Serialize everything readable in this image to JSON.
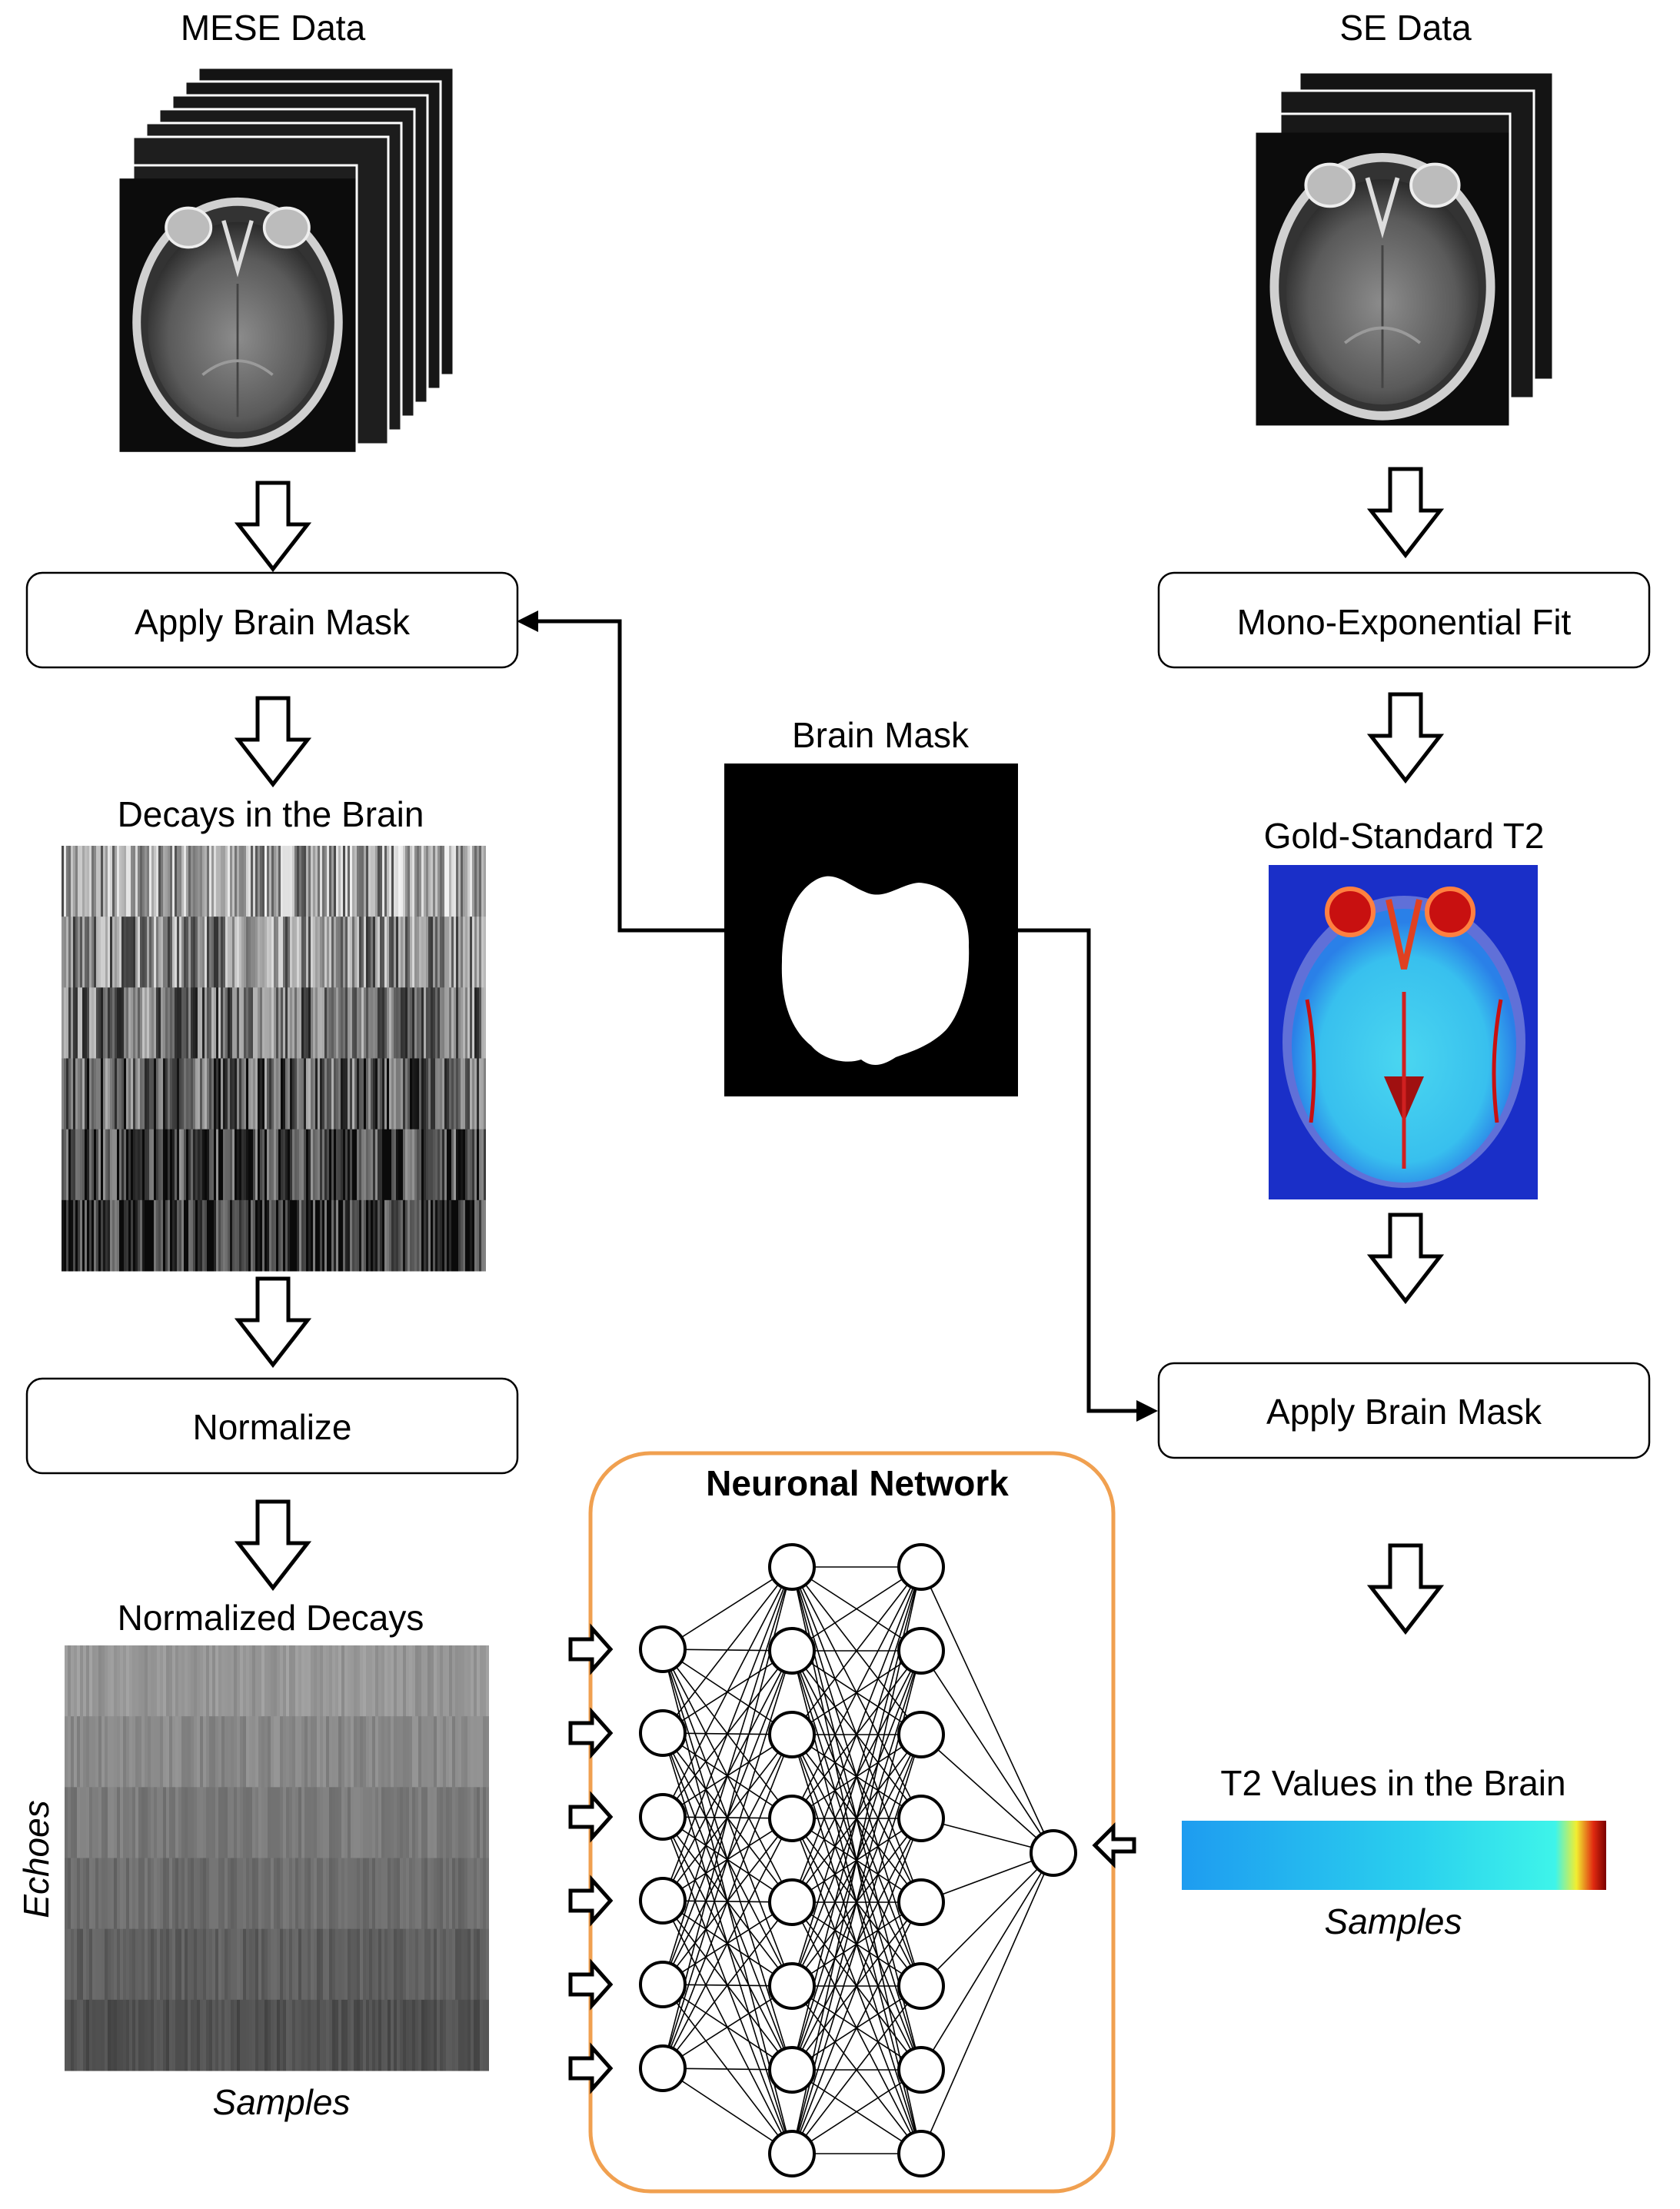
{
  "labels": {
    "mese_data": "MESE Data",
    "se_data": "SE Data",
    "apply_mask_left": "Apply Brain Mask",
    "mono_fit": "Mono-Exponential Fit",
    "brain_mask": "Brain Mask",
    "decays_brain": "Decays in the Brain",
    "gold_standard": "Gold-Standard T2",
    "normalize": "Normalize",
    "apply_mask_right": "Apply Brain Mask",
    "neuronal_network": "Neuronal Network",
    "normalized_decays": "Normalized Decays",
    "t2_values": "T2 Values in the Brain",
    "echoes": "Echoes",
    "samples_left": "Samples",
    "samples_right": "Samples"
  },
  "network": {
    "layers": [
      6,
      8,
      8,
      1
    ]
  },
  "colors": {
    "frame_orange": "#f0a050",
    "mri_blue": "#1a2fc8",
    "t2_map_cyan": "#40d0f0",
    "t2_map_red": "#c81010"
  }
}
